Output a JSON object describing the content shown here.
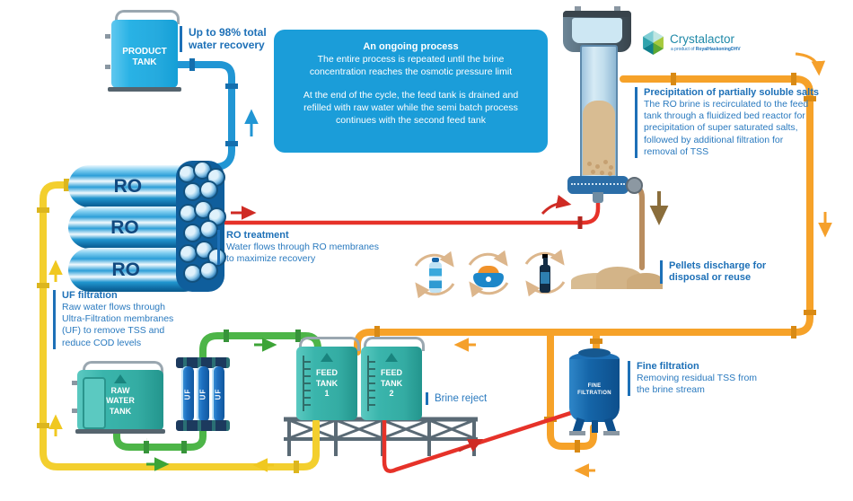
{
  "colors": {
    "pipe_blue": "#2196d4",
    "pipe_yellow": "#f3cf2e",
    "pipe_green": "#4db548",
    "pipe_orange": "#f6a229",
    "line_red": "#e63229",
    "pellet_tan": "#d8bc92",
    "text_blue": "#1d70b7",
    "info_box_blue": "#1b9dd9",
    "tank_teal": "#3ab5ac",
    "tank_blue": "#29b2e5",
    "dark_navy": "#1565a8",
    "logo_teal": "#1f89a8"
  },
  "logo": {
    "name": "Crystalactor",
    "tagline_prefix": "a product of ",
    "tagline_brand": "RoyalHaskoningDHV"
  },
  "info_box": {
    "title": "An ongoing process",
    "para1": "The entire process is repeated until the brine\nconcentration reaches the osmotic pressure limit",
    "para2": "At the end of the cycle, the feed tank is drained and\nrefilled with raw water while the semi batch process\ncontinues with the second feed tank"
  },
  "notes": {
    "recovery": "Up to 98% total\nwater recovery",
    "ro": {
      "title": "RO treatment",
      "body": "Water flows through RO membranes\nto maximize recovery"
    },
    "uf": {
      "title": "UF filtration",
      "body": "Raw water flows through\nUltra-Filtration membranes\n(UF) to remove TSS and\nreduce COD levels"
    },
    "precipitation": {
      "title": "Precipitation of partially soluble salts",
      "body": "The RO brine is recirculated to the feed\ntank through a fluidized bed reactor for\nprecipitation of super saturated salts,\nfollowed by additional filtration for\nremoval of TSS"
    },
    "fine": {
      "title": "Fine filtration",
      "body": "Removing residual TSS from\nthe brine stream"
    },
    "pellets": "Pellets discharge for\ndisposal or reuse",
    "brine_reject": "Brine reject"
  },
  "equipment": {
    "product_tank": "PRODUCT\nTANK",
    "raw_water_tank": "RAW\nWATER\nTANK",
    "feed_tank_1": "FEED\nTANK\n1",
    "feed_tank_2": "FEED\nTANK\n2",
    "fine_filtration": "FINE\nFILTRATION",
    "ro_membrane": "RO",
    "uf_module": "UF"
  }
}
